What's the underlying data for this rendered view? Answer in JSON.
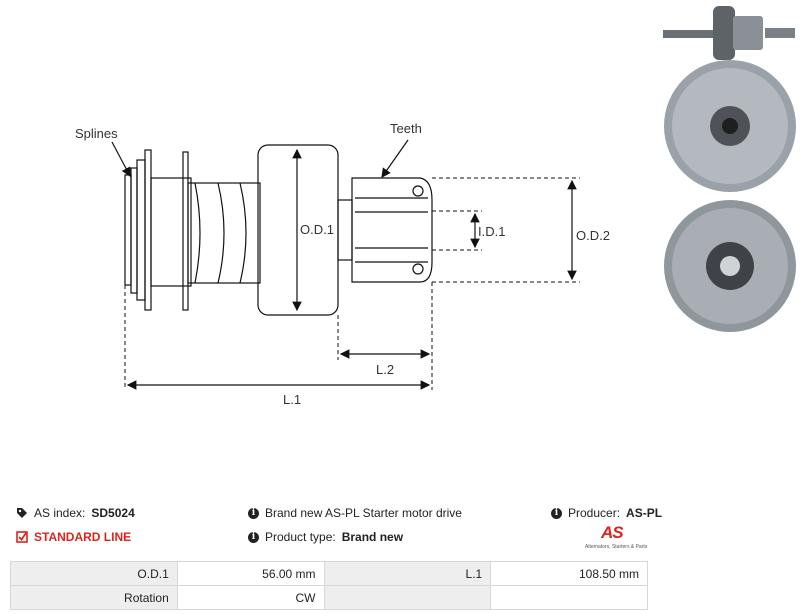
{
  "diagram": {
    "labels": {
      "splines": "Splines",
      "teeth": "Teeth",
      "od1": "O.D.1",
      "id1": "I.D.1",
      "od2": "O.D.2",
      "l2": "L.2",
      "l1": "L.1"
    }
  },
  "info": {
    "as_index_label": "AS index:",
    "as_index_value": "SD5024",
    "line_label": "STANDARD LINE",
    "description": "Brand new AS-PL Starter motor drive",
    "product_type_label": "Product type:",
    "product_type_value": "Brand new",
    "producer_label": "Producer:",
    "producer_value": "AS-PL",
    "logo_text": "AS",
    "logo_tagline": "Alternators, Starters & Parts"
  },
  "specs": [
    {
      "label": "O.D.1",
      "value": "56.00 mm",
      "label2": "L.1",
      "value2": "108.50 mm"
    },
    {
      "label": "Rotation",
      "value": "CW",
      "label2": "",
      "value2": ""
    }
  ],
  "colors": {
    "accent": "#d9261c",
    "table_label_bg": "#eeeeee",
    "border": "#d8d8d8"
  }
}
